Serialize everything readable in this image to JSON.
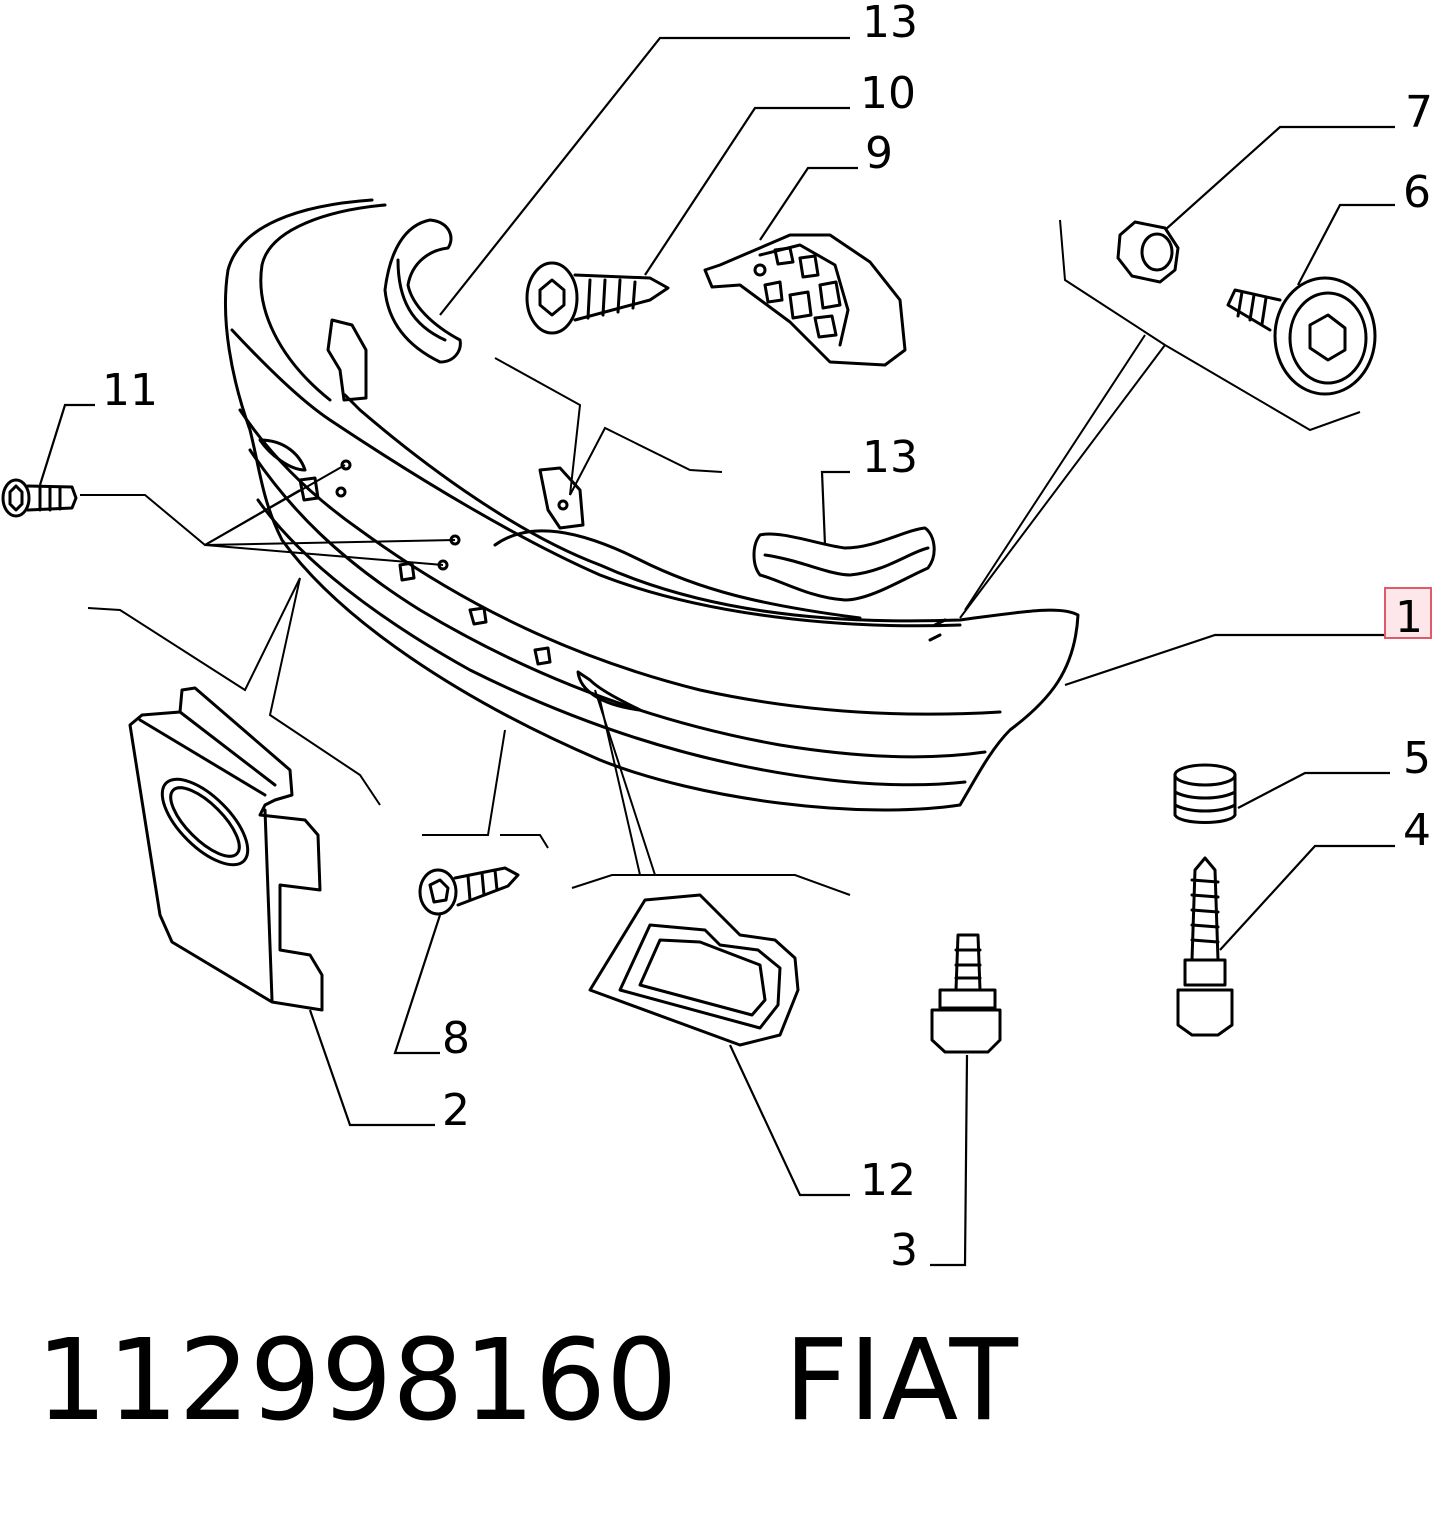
{
  "callouts": [
    {
      "id": "c13a",
      "label": "13"
    },
    {
      "id": "c10",
      "label": "10"
    },
    {
      "id": "c9",
      "label": "9"
    },
    {
      "id": "c7",
      "label": "7"
    },
    {
      "id": "c6",
      "label": "6"
    },
    {
      "id": "c11",
      "label": "11"
    },
    {
      "id": "c13b",
      "label": "13"
    },
    {
      "id": "c1",
      "label": "1",
      "highlighted": true
    },
    {
      "id": "c5",
      "label": "5"
    },
    {
      "id": "c4",
      "label": "4"
    },
    {
      "id": "c8",
      "label": "8"
    },
    {
      "id": "c2",
      "label": "2"
    },
    {
      "id": "c12",
      "label": "12"
    },
    {
      "id": "c3",
      "label": "3"
    }
  ],
  "caption": {
    "part_number": "112998160",
    "brand": "FIAT"
  },
  "colors": {
    "line": "#000000",
    "background": "#ffffff",
    "highlight_fill": "#fde7ea",
    "highlight_stroke": "#e05a6a"
  }
}
